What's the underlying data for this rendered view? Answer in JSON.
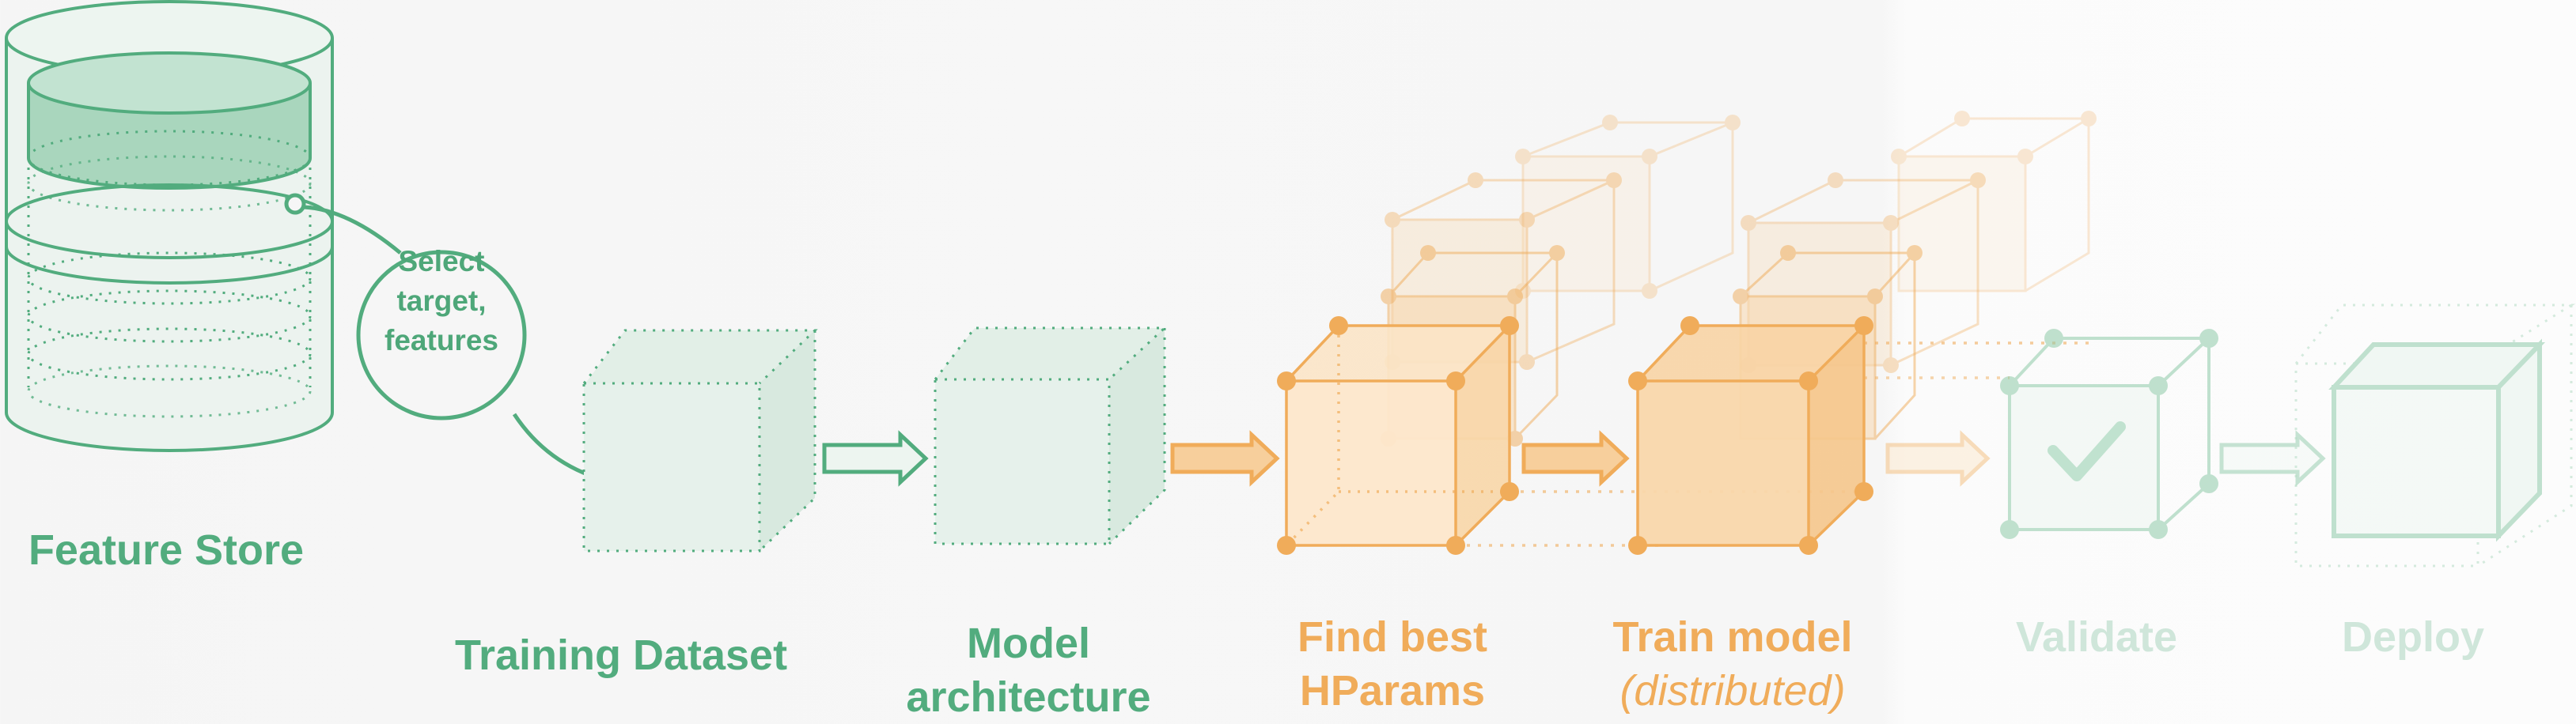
{
  "diagram": {
    "callout": {
      "line1": "Select",
      "line2": "target,",
      "line3": "features"
    },
    "stages": [
      {
        "id": "feature-store",
        "label": "Feature Store"
      },
      {
        "id": "training-dataset",
        "label": "Training Dataset"
      },
      {
        "id": "model-architecture",
        "line1": "Model",
        "line2": "architecture"
      },
      {
        "id": "find-best-hparams",
        "line1": "Find best",
        "line2": "HParams"
      },
      {
        "id": "train-model",
        "line1": "Train model",
        "line2": "(distributed)"
      },
      {
        "id": "validate",
        "label": "Validate"
      },
      {
        "id": "deploy",
        "label": "Deploy"
      }
    ],
    "colors": {
      "green": "#52ac7e",
      "orange": "#f0ac5a",
      "pale_green": "#cfe6da",
      "background": "#f6f6f6"
    },
    "icons": [
      "database-cylinder-icon",
      "dataset-cube-icon",
      "model-cube-icon",
      "hparam-cube-icon",
      "train-cube-icon",
      "checkmark-icon",
      "deploy-cube-icon",
      "arrow-right-icon"
    ]
  }
}
